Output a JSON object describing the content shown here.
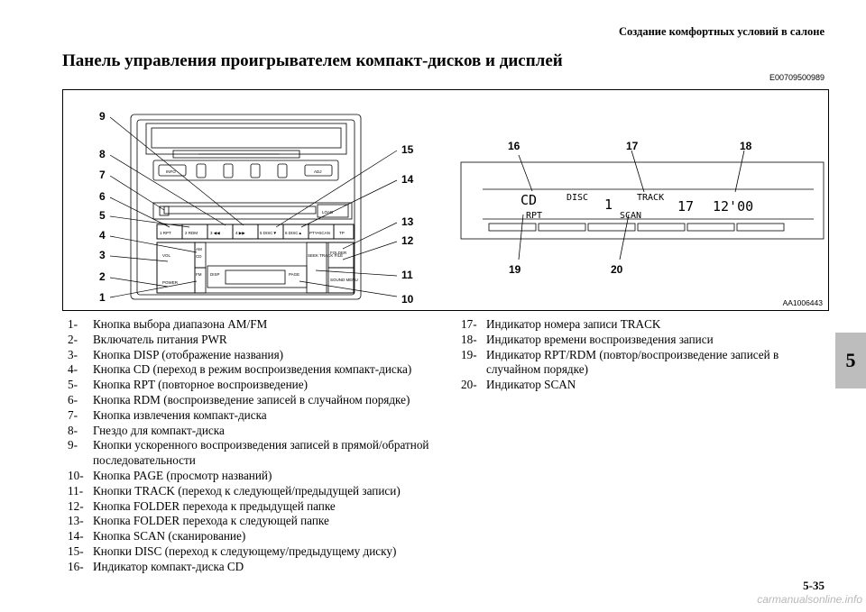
{
  "header": {
    "section": "Создание комфортных условий в салоне"
  },
  "title": "Панель управления проигрывателем компакт-дисков и дисплей",
  "doc_code": "E00709500989",
  "figure": {
    "id": "AA1006443",
    "callouts": [
      "1",
      "2",
      "3",
      "4",
      "5",
      "6",
      "7",
      "8",
      "9",
      "10",
      "11",
      "12",
      "13",
      "14",
      "15",
      "16",
      "17",
      "18",
      "19",
      "20"
    ],
    "panel_buttons": {
      "info": "INFO",
      "adj": "ADJ",
      "load": "LOAD",
      "b1": "1 RPT",
      "b2": "2 RDM",
      "b3": "3 ◀◀",
      "b4": "4 ▶▶",
      "b5": "5 DISC▼",
      "b6": "6 DISC▲",
      "scan": "PTY•SCAN",
      "tp": "TP",
      "am": "AM",
      "cd": "CD",
      "fm": "FM",
      "vol": "VOL",
      "power": "POWER",
      "disp": "DISP",
      "page": "PAGE",
      "seek": "SEEK TRACK FILE",
      "folder": "FOLDER",
      "sound": "SOUND MENU"
    },
    "display": {
      "cd": "CD",
      "disc": "DISC",
      "disc_num": "1",
      "track": "TRACK",
      "track_num": "17",
      "time": "12'00",
      "rpt": "RPT",
      "scan": "SCAN"
    }
  },
  "items_left": [
    {
      "num": "1-",
      "text": "Кнопка выбора диапазона AM/FM"
    },
    {
      "num": "2-",
      "text": "Включатель питания PWR"
    },
    {
      "num": "3-",
      "text": "Кнопка DISP (отображение названия)"
    },
    {
      "num": "4-",
      "text": "Кнопка CD (переход в режим воспроизведения компакт-диска)"
    },
    {
      "num": "5-",
      "text": "Кнопка RPT (повторное воспроизведение)"
    },
    {
      "num": "6-",
      "text": "Кнопка RDM (воспроизведение записей в случайном порядке)"
    },
    {
      "num": "7-",
      "text": "Кнопка извлечения компакт-диска"
    },
    {
      "num": "8-",
      "text": "Гнездо для компакт-диска"
    },
    {
      "num": "9-",
      "text": "Кнопки ускоренного воспроизведения записей в прямой/обратной последовательности"
    },
    {
      "num": "10-",
      "text": "Кнопка PAGE (просмотр названий)"
    },
    {
      "num": "11-",
      "text": "Кнопки TRACK (переход к следующей/предыдущей записи)"
    },
    {
      "num": "12-",
      "text": "Кнопка FOLDER перехода к предыдущей папке"
    },
    {
      "num": "13-",
      "text": "Кнопка FOLDER перехода к следующей папке"
    },
    {
      "num": "14-",
      "text": "Кнопка SCAN (сканирование)"
    },
    {
      "num": "15-",
      "text": "Кнопки DISC (переход к следующему/предыдущему диску)"
    },
    {
      "num": "16-",
      "text": "Индикатор компакт-диска CD"
    }
  ],
  "items_right": [
    {
      "num": "17-",
      "text": "Индикатор номера записи TRACK"
    },
    {
      "num": "18-",
      "text": "Индикатор времени воспроизведения записи"
    },
    {
      "num": "19-",
      "text": "Индикатор RPT/RDM (повтор/воспроизведение записей в случайном порядке)"
    },
    {
      "num": "20-",
      "text": "Индикатор SCAN"
    }
  ],
  "chapter_tab": "5",
  "page_number": "5-35",
  "watermark": "carmanualsonline.info"
}
